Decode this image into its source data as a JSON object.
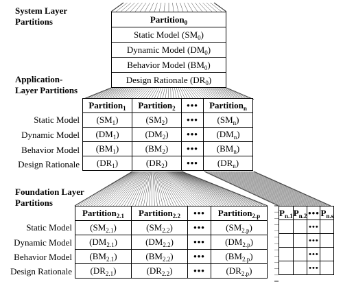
{
  "labels": {
    "system": "System Layer\nPartitions",
    "application": "Application-\nLayer Partitions",
    "foundation": "Foundation Layer\nPartitions"
  },
  "system_table": {
    "header": {
      "base": "Partition",
      "sub": "0"
    },
    "rows": [
      {
        "base": "Static Model (SM",
        "sub": "0",
        "close": ")"
      },
      {
        "base": "Dynamic Model (DM",
        "sub": "0",
        "close": ")"
      },
      {
        "base": "Behavior Model (BM",
        "sub": "0",
        "close": ")"
      },
      {
        "base": "Design Rationale (DR",
        "sub": "0",
        "close": ")"
      }
    ]
  },
  "row_labels": [
    "Static Model",
    "Dynamic Model",
    "Behavior Model",
    "Design Rationale"
  ],
  "application_table": {
    "headers": [
      {
        "base": "Partition",
        "sub": "1"
      },
      {
        "base": "Partition",
        "sub": "2"
      },
      {
        "base": "•••",
        "sub": ""
      },
      {
        "base": "Partition",
        "sub": "n"
      }
    ],
    "rows": [
      [
        {
          "base": "(SM",
          "sub": "1",
          "close": ")"
        },
        {
          "base": "(SM",
          "sub": "2",
          "close": ")"
        },
        {
          "base": "•••",
          "sub": "",
          "close": ""
        },
        {
          "base": "(SM",
          "sub": "n",
          "close": ")"
        }
      ],
      [
        {
          "base": "(DM",
          "sub": "1",
          "close": ")"
        },
        {
          "base": "(DM",
          "sub": "2",
          "close": ")"
        },
        {
          "base": "•••",
          "sub": "",
          "close": ""
        },
        {
          "base": "(DM",
          "sub": "n",
          "close": ")"
        }
      ],
      [
        {
          "base": "(BM",
          "sub": "1",
          "close": ")"
        },
        {
          "base": "(BM",
          "sub": "2",
          "close": ")"
        },
        {
          "base": "•••",
          "sub": "",
          "close": ""
        },
        {
          "base": "(BM",
          "sub": "n",
          "close": ")"
        }
      ],
      [
        {
          "base": "(DR",
          "sub": "1",
          "close": ")"
        },
        {
          "base": "(DR",
          "sub": "2",
          "close": ")"
        },
        {
          "base": "•••",
          "sub": "",
          "close": ""
        },
        {
          "base": "(DR",
          "sub": "n",
          "close": ")"
        }
      ]
    ]
  },
  "foundation_table": {
    "headers": [
      {
        "base": "Partition",
        "sub": "2.1"
      },
      {
        "base": "Partition",
        "sub": "2.2"
      },
      {
        "base": "•••",
        "sub": ""
      },
      {
        "base": "Partition",
        "sub": "2.p"
      }
    ],
    "rows": [
      [
        {
          "base": "(SM",
          "sub": "2.1",
          "close": ")"
        },
        {
          "base": "(SM",
          "sub": "2.2",
          "close": ")"
        },
        {
          "base": "•••",
          "sub": "",
          "close": ""
        },
        {
          "base": "(SM",
          "sub": "2.p",
          "close": ")"
        }
      ],
      [
        {
          "base": "(DM",
          "sub": "2.1",
          "close": ")"
        },
        {
          "base": "(DM",
          "sub": "2.2",
          "close": ")"
        },
        {
          "base": "•••",
          "sub": "",
          "close": ""
        },
        {
          "base": "(DM",
          "sub": "2.p",
          "close": ")"
        }
      ],
      [
        {
          "base": "(BM",
          "sub": "2.1",
          "close": ")"
        },
        {
          "base": "(BM",
          "sub": "2.2",
          "close": ")"
        },
        {
          "base": "•••",
          "sub": "",
          "close": ""
        },
        {
          "base": "(BM",
          "sub": "2.p",
          "close": ")"
        }
      ],
      [
        {
          "base": "(DR",
          "sub": "2.1",
          "close": ")"
        },
        {
          "base": "(DR",
          "sub": "2.2",
          "close": ")"
        },
        {
          "base": "•••",
          "sub": "",
          "close": ""
        },
        {
          "base": "(DR",
          "sub": "2.p",
          "close": ")"
        }
      ]
    ]
  },
  "mini_table": {
    "headers": [
      {
        "base": "P",
        "sub": "n.1"
      },
      {
        "base": "P",
        "sub": "n.2"
      },
      {
        "base": "•••",
        "sub": ""
      },
      {
        "base": "P",
        "sub": "n.s"
      }
    ],
    "rows": [
      [
        "",
        "",
        "•••",
        ""
      ],
      [
        "",
        "",
        "•••",
        ""
      ],
      [
        "",
        "",
        "•••",
        ""
      ],
      [
        "",
        "",
        "•••",
        ""
      ]
    ]
  }
}
